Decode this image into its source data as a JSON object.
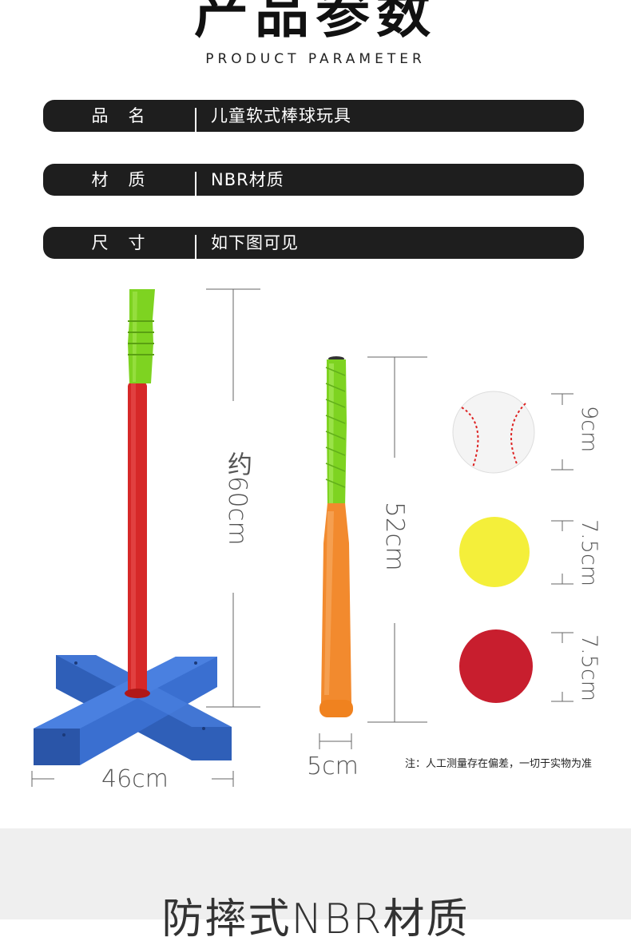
{
  "header": {
    "title_cn": "产品参数",
    "title_en": "PRODUCT PARAMETER"
  },
  "params": [
    {
      "label": "品　名",
      "value": "儿童软式棒球玩具"
    },
    {
      "label": "材　质",
      "value": "NBR材质"
    },
    {
      "label": "尺　寸",
      "value": "如下图可见"
    }
  ],
  "dimensions": {
    "stand_height": "约60cm",
    "stand_width": "46cm",
    "bat_length": "52cm",
    "bat_width": "5cm",
    "baseball_diameter": "9cm",
    "yellow_ball_diameter": "7.5cm",
    "red_ball_diameter": "7.5cm"
  },
  "note": "注：人工测量存在偏差，一切于实物为准",
  "section2": {
    "title": "防摔式NBR材质"
  },
  "colors": {
    "row_bg": "#1e1e1e",
    "stand_base": "#2f5fb8",
    "stand_pole": "#d62828",
    "grip": "#7ed321",
    "bat_barrel": "#f28a2e",
    "ball_yellow": "#f4ef3a",
    "ball_red": "#c81e2e"
  }
}
